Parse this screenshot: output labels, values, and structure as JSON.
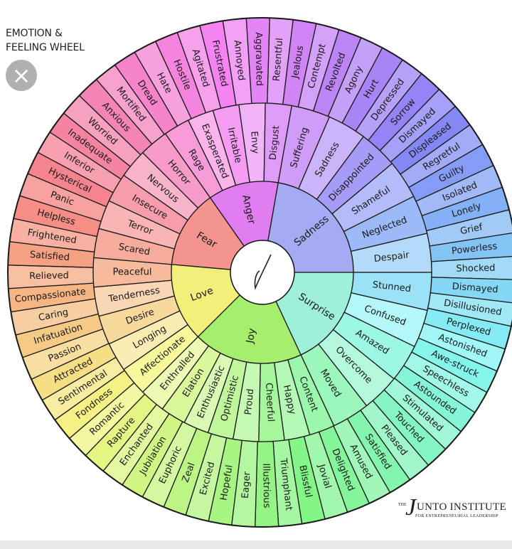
{
  "title_line1": "EMOTION &",
  "title_line2": "FEELING WHEEL",
  "close_icon": "×",
  "logo": {
    "the": "THE",
    "j": "J",
    "name": "UNTO INSTITUTE",
    "sub": "FOR ENTREPRENEURIAL LEADERSHIP"
  },
  "core": [
    {
      "label": "Anger",
      "color": "#e07df0",
      "start": -35,
      "end": 10,
      "middle": [
        "Rage",
        "Exasperated",
        "Irritable",
        "Envy",
        "Disgust"
      ]
    },
    {
      "label": "Sadness",
      "color": "#a4abf2",
      "start": 10,
      "end": 90,
      "middle": [
        "Suffering",
        "Sadness",
        "Disappointed",
        "Shameful",
        "Neglected",
        "Despair"
      ]
    },
    {
      "label": "Surprise",
      "color": "#9ef0da",
      "start": 90,
      "end": 155,
      "middle": [
        "Stunned",
        "Confused",
        "Amazed",
        "Overcome",
        "Moved"
      ]
    },
    {
      "label": "Joy",
      "color": "#a6ee6e",
      "start": 155,
      "end": 225,
      "middle": [
        "Content",
        "Happy",
        "Cheerful",
        "Proud",
        "Optimistic",
        "Enthusiastic",
        "Elation",
        "Enthralled"
      ]
    },
    {
      "label": "Love",
      "color": "#f2f07a",
      "start": 225,
      "end": 275,
      "middle": [
        "Affectionate",
        "Longing",
        "Desire",
        "Tenderness",
        "Peaceful"
      ]
    },
    {
      "label": "Fear",
      "color": "#f3958e",
      "start": 275,
      "end": 325,
      "middle": [
        "Scared",
        "Terror",
        "Insecure",
        "Nervous",
        "Horror"
      ]
    }
  ],
  "outer": [
    "Aggravated",
    "Resentful",
    "Jealous",
    "Contempt",
    "Revolted",
    "Agony",
    "Hurt",
    "Depressed",
    "Sorrow",
    "Dismayed",
    "Displeased",
    "Regretful",
    "Guilty",
    "Isolated",
    "Lonely",
    "Grief",
    "Powerless",
    "Shocked",
    "Dismayed",
    "Disillusioned",
    "Perplexed",
    "Astonished",
    "Awe-struck",
    "Speechless",
    "Astounded",
    "Stimulated",
    "Touched",
    "Pleased",
    "Satisfied",
    "Amused",
    "Delighted",
    "Jovial",
    "Blissful",
    "Triumphant",
    "Illustrious",
    "Eager",
    "Hopeful",
    "Excited",
    "Zeal",
    "Euphoric",
    "Jubilation",
    "Enchanted",
    "Rapture",
    "Romantic",
    "Fondness",
    "Sentimental",
    "Attracted",
    "Passion",
    "Infatuation",
    "Caring",
    "Compassionate",
    "Relieved",
    "Satisfied",
    "Frightened",
    "Helpless",
    "Panic",
    "Hysterical",
    "Inferior",
    "Inadequate",
    "Worried",
    "Anxious",
    "Mortified",
    "Dread",
    "Hate",
    "Hostile",
    "Agitated",
    "Frustrated",
    "Annoyed"
  ]
}
